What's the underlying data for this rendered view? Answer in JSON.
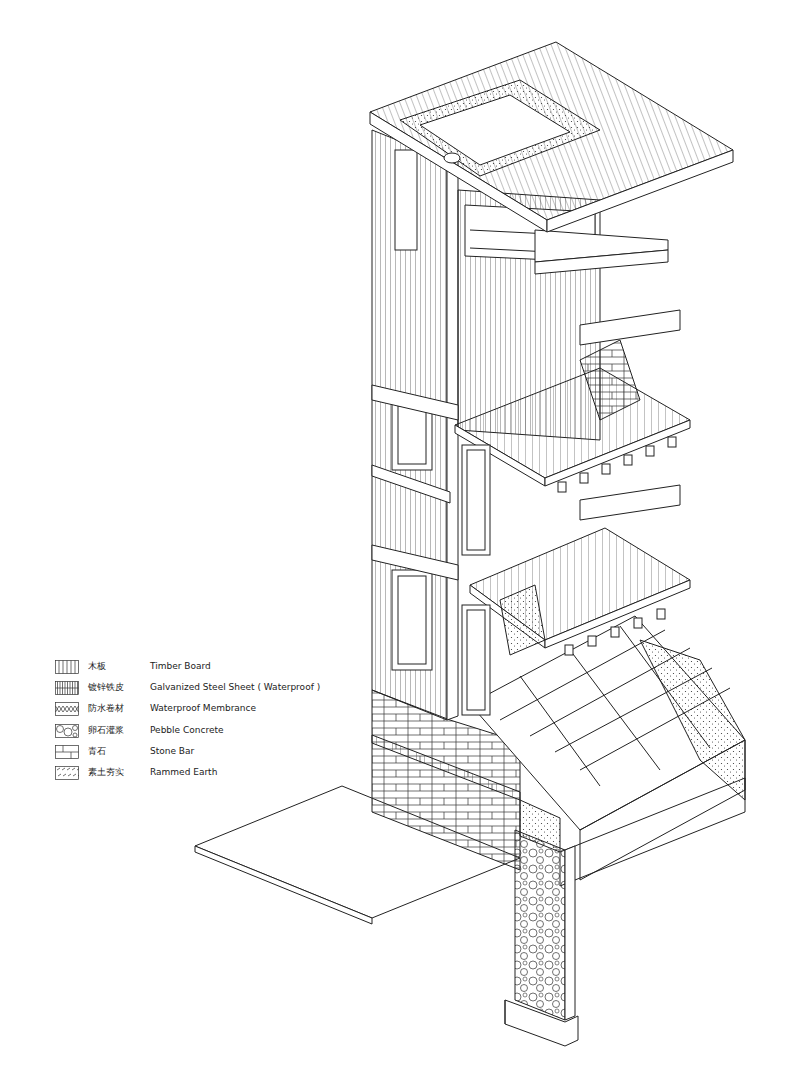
{
  "diagram": {
    "labels": [
      "木板",
      "镀锌铁皮",
      "防水卷材",
      "卵石灌浆",
      "青石",
      "素土夯实"
    ],
    "legend": [
      {
        "text": "Timber Board"
      },
      {
        "text": "Galvanized Steel Sheet ( Waterproof )"
      },
      {
        "text": "Waterproof Membrance"
      },
      {
        "text": "Pebble Concrete"
      },
      {
        "text": "Stone Bar"
      },
      {
        "text": "Rammed Earth"
      }
    ]
  }
}
